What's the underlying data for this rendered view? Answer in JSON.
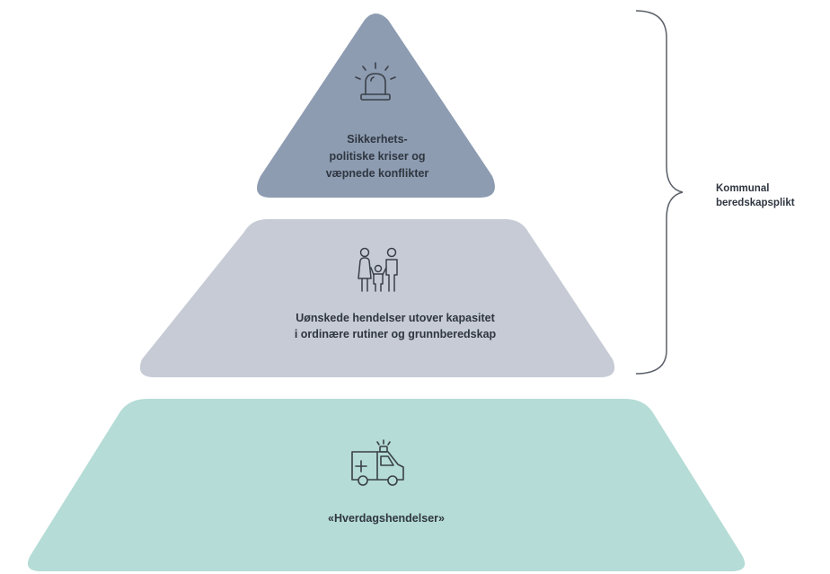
{
  "tiers": [
    {
      "id": "top",
      "color": "#8d9cb1",
      "label_lines": [
        "Sikkerhets-",
        "politiske kriser og",
        "væpnede konflikter"
      ],
      "icon": "siren-icon"
    },
    {
      "id": "middle",
      "color": "#c6cbd6",
      "label_lines": [
        "Uønskede hendelser utover kapasitet",
        "i ordinære rutiner og grunnberedskap"
      ],
      "icon": "family-icon"
    },
    {
      "id": "bottom",
      "color": "#b5dcd6",
      "label_lines": [
        "«Hverdagshendelser»"
      ],
      "icon": "ambulance-icon"
    }
  ],
  "brace": {
    "label_lines": [
      "Kommunal",
      "beredskapsplikt"
    ],
    "spans_tiers": [
      "top",
      "middle"
    ]
  },
  "colors": {
    "text": "#2f3640",
    "icon_stroke": "#3a4048",
    "brace": "#5a6068"
  }
}
